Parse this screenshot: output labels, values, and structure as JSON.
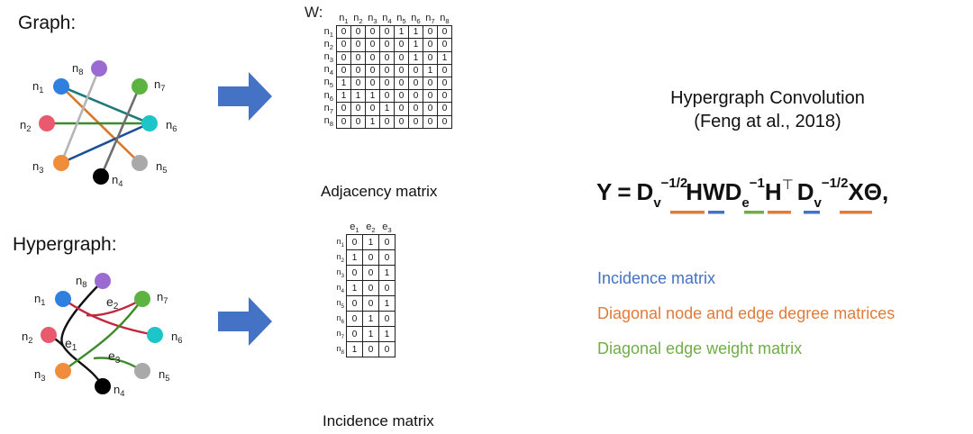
{
  "graph_section": {
    "label": "Graph:",
    "nodes": [
      {
        "id": "n1",
        "label": "n1",
        "color": "#2f7fe0"
      },
      {
        "id": "n2",
        "label": "n2",
        "color": "#ea5a6e"
      },
      {
        "id": "n3",
        "label": "n3",
        "color": "#f08d3c"
      },
      {
        "id": "n4",
        "label": "n4",
        "color": "#000000"
      },
      {
        "id": "n5",
        "label": "n5",
        "color": "#a9a9a9"
      },
      {
        "id": "n6",
        "label": "n6",
        "color": "#1ec5c8"
      },
      {
        "id": "n7",
        "label": "n7",
        "color": "#5cb33f"
      },
      {
        "id": "n8",
        "label": "n8",
        "color": "#9c6bd2"
      }
    ],
    "edges": [
      {
        "from": "n1",
        "to": "n6",
        "color": "#1f7a7a"
      },
      {
        "from": "n1",
        "to": "n5",
        "color": "#d9772a"
      },
      {
        "from": "n2",
        "to": "n6",
        "color": "#3d8a2e"
      },
      {
        "from": "n3",
        "to": "n8",
        "color": "#b5b5b5"
      },
      {
        "from": "n3",
        "to": "n6",
        "color": "#1d4f99"
      },
      {
        "from": "n4",
        "to": "n7",
        "color": "#6e6e6e"
      }
    ]
  },
  "adjacency": {
    "label": "W:",
    "columns": [
      "n1",
      "n2",
      "n3",
      "n4",
      "n5",
      "n6",
      "n7",
      "n8"
    ],
    "rows": [
      "n1",
      "n2",
      "n3",
      "n4",
      "n5",
      "n6",
      "n7",
      "n8"
    ],
    "values": [
      [
        0,
        0,
        0,
        0,
        1,
        1,
        0,
        0
      ],
      [
        0,
        0,
        0,
        0,
        0,
        1,
        0,
        0
      ],
      [
        0,
        0,
        0,
        0,
        0,
        1,
        0,
        1
      ],
      [
        0,
        0,
        0,
        0,
        0,
        0,
        1,
        0
      ],
      [
        1,
        0,
        0,
        0,
        0,
        0,
        0,
        0
      ],
      [
        1,
        1,
        1,
        0,
        0,
        0,
        0,
        0
      ],
      [
        0,
        0,
        0,
        1,
        0,
        0,
        0,
        0
      ],
      [
        0,
        0,
        1,
        0,
        0,
        0,
        0,
        0
      ]
    ],
    "caption": "Adjacency matrix"
  },
  "hypergraph_section": {
    "label": "Hypergraph:",
    "nodes": [
      {
        "id": "n1",
        "label": "n1",
        "color": "#2f7fe0"
      },
      {
        "id": "n2",
        "label": "n2",
        "color": "#ea5a6e"
      },
      {
        "id": "n3",
        "label": "n3",
        "color": "#f08d3c"
      },
      {
        "id": "n4",
        "label": "n4",
        "color": "#000000"
      },
      {
        "id": "n5",
        "label": "n5",
        "color": "#a9a9a9"
      },
      {
        "id": "n6",
        "label": "n6",
        "color": "#1ec5c8"
      },
      {
        "id": "n7",
        "label": "n7",
        "color": "#5cb33f"
      },
      {
        "id": "n8",
        "label": "n8",
        "color": "#9c6bd2"
      }
    ],
    "hyperedges": [
      {
        "label": "e1",
        "color": "#111111",
        "nodes": [
          "n2",
          "n4",
          "n8"
        ]
      },
      {
        "label": "e2",
        "color": "#c0283e",
        "nodes": [
          "n1",
          "n6",
          "n7"
        ]
      },
      {
        "label": "e3",
        "color": "#3e8a2a",
        "nodes": [
          "n3",
          "n5",
          "n7"
        ]
      }
    ]
  },
  "incidence": {
    "columns": [
      "e1",
      "e2",
      "e3"
    ],
    "rows": [
      "n1",
      "n2",
      "n3",
      "n4",
      "n5",
      "n6",
      "n7",
      "n8"
    ],
    "values": [
      [
        0,
        1,
        0
      ],
      [
        1,
        0,
        0
      ],
      [
        0,
        0,
        1
      ],
      [
        1,
        0,
        0
      ],
      [
        0,
        0,
        1
      ],
      [
        0,
        1,
        0
      ],
      [
        0,
        1,
        1
      ],
      [
        1,
        0,
        0
      ]
    ],
    "caption": "Incidence matrix"
  },
  "arrow_color": "#4472c4",
  "title": {
    "line1": "Hypergraph Convolution",
    "line2": "(Feng at al., 2018)"
  },
  "formula": {
    "text": "Y = Dv^(-1/2) H W De^(-1) H^T Dv^(-1/2) X Θ,",
    "underlines": [
      {
        "term": "Dv^(-1/2)",
        "color": "#e07b39"
      },
      {
        "term": "H",
        "color": "#4472c4"
      },
      {
        "term": "W",
        "color": "#70ad47"
      },
      {
        "term": "De^(-1)",
        "color": "#e07b39"
      },
      {
        "term": "H^T",
        "color": "#4472c4"
      },
      {
        "term": "Dv^(-1/2)",
        "color": "#e07b39"
      }
    ]
  },
  "legend": [
    {
      "text": "Incidence matrix",
      "color": "#4472c4"
    },
    {
      "text": "Diagonal node and edge degree matrices",
      "color": "#e07b39"
    },
    {
      "text": "Diagonal edge weight matrix",
      "color": "#70ad47"
    }
  ]
}
